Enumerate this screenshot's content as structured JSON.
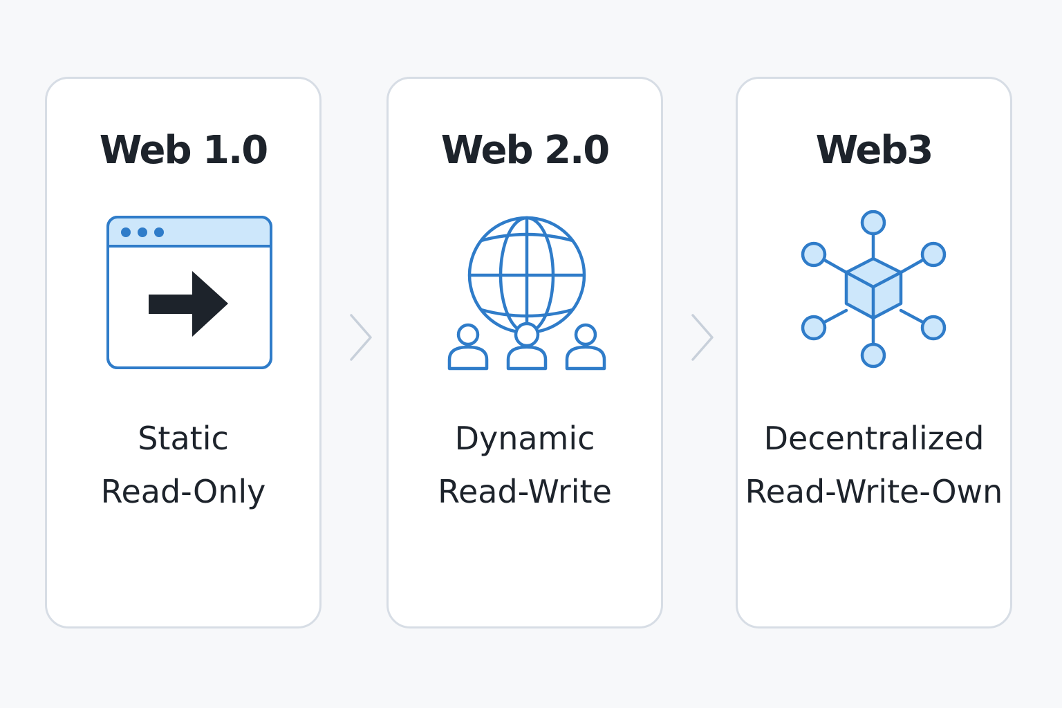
{
  "stages": [
    {
      "title": "Web 1.0",
      "icon": "browser-window-arrow-icon",
      "line1": "Static",
      "line2": "Read-Only"
    },
    {
      "title": "Web 2.0",
      "icon": "globe-users-icon",
      "line1": "Dynamic",
      "line2": "Read-Write"
    },
    {
      "title": "Web3",
      "icon": "blockchain-network-icon",
      "line1": "Decentralized",
      "line2": "Read-Write-Own"
    }
  ],
  "connector_icon": "chevron-right-icon",
  "colors": {
    "background": "#f7f8fa",
    "card_border": "#d7dde5",
    "accent_blue": "#2f7cc9",
    "light_blue_fill": "#cde7fb",
    "text_dark": "#1d232b",
    "chevron": "#c8d0da"
  }
}
